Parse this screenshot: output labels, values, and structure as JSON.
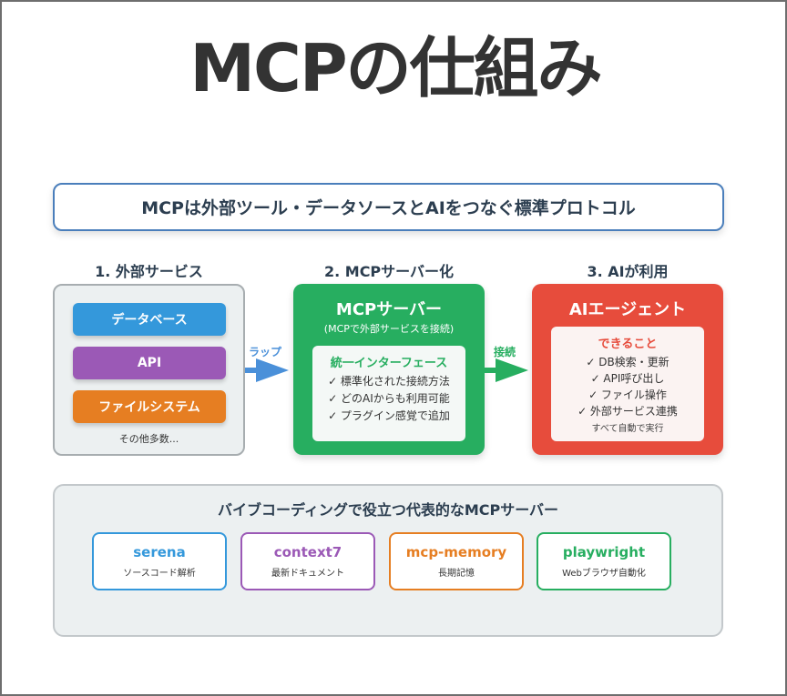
{
  "title": "MCPの仕組み",
  "banner": "MCPは外部ツール・データソースとAIをつなぐ標準プロトコル",
  "colors": {
    "blue": "#3498db",
    "purple": "#9b59b6",
    "orange": "#e67e22",
    "green": "#27ae60",
    "red": "#e74c3c",
    "dark_text": "#2c3e50",
    "banner_border": "#4a7ebb"
  },
  "steps": [
    {
      "label": "1. 外部サービス",
      "services": [
        {
          "label": "データベース",
          "color": "#3498db"
        },
        {
          "label": "API",
          "color": "#9b59b6"
        },
        {
          "label": "ファイルシステム",
          "color": "#e67e22"
        }
      ],
      "note": "その他多数..."
    },
    {
      "label": "2. MCPサーバー化",
      "box_title": "MCPサーバー",
      "box_subtitle": "(MCPで外部サービスを接続)",
      "inner_title": "統一インターフェース",
      "features": [
        "✓ 標準化された接続方法",
        "✓ どのAIからも利用可能",
        "✓ プラグイン感覚で追加"
      ]
    },
    {
      "label": "3. AIが利用",
      "box_title": "AIエージェント",
      "inner_title": "できること",
      "capabilities": [
        "✓ DB検索・更新",
        "✓ API呼び出し",
        "✓ ファイル操作",
        "✓ 外部サービス連携"
      ],
      "note": "すべて自動で実行"
    }
  ],
  "arrows": [
    {
      "label": "ラップ",
      "color": "#4a90d9",
      "icon": "arrow-right-icon"
    },
    {
      "label": "接続",
      "color": "#27ae60",
      "icon": "arrow-right-icon"
    }
  ],
  "examples": {
    "title": "バイブコーディングで役立つ代表的なMCPサーバー",
    "servers": [
      {
        "name": "serena",
        "desc": "ソースコード解析",
        "color": "#3498db"
      },
      {
        "name": "context7",
        "desc": "最新ドキュメント",
        "color": "#9b59b6"
      },
      {
        "name": "mcp-memory",
        "desc": "長期記憶",
        "color": "#e67e22"
      },
      {
        "name": "playwright",
        "desc": "Webブラウザ自動化",
        "color": "#27ae60"
      }
    ]
  }
}
